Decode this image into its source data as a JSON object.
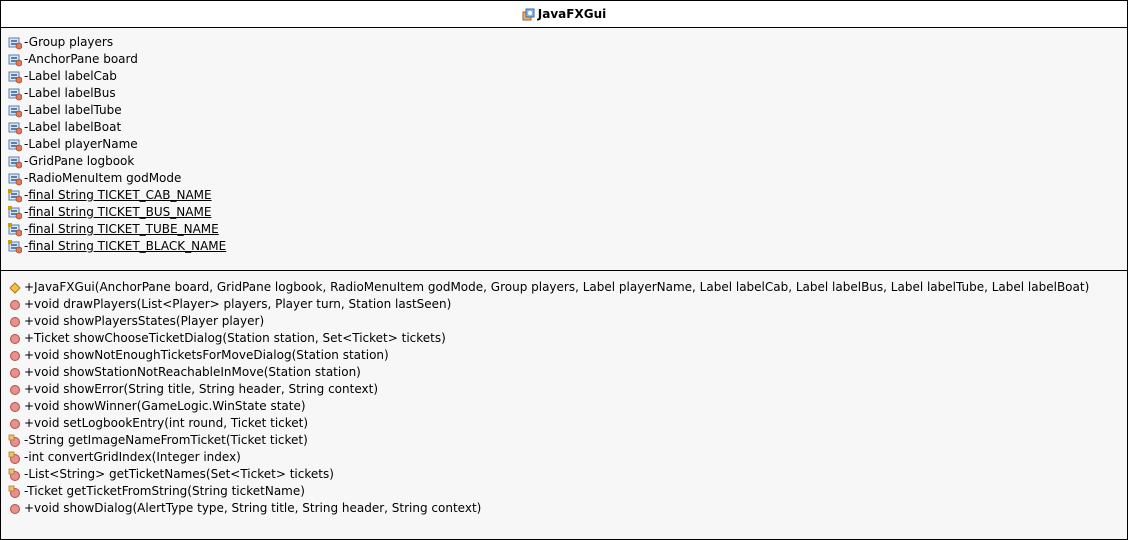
{
  "class_name": "JavaFXGui",
  "attributes": [
    {
      "text": "-Group players",
      "icon": "private-field-icon",
      "static": false
    },
    {
      "text": "-AnchorPane board",
      "icon": "private-field-icon",
      "static": false
    },
    {
      "text": "-Label labelCab",
      "icon": "private-field-icon",
      "static": false
    },
    {
      "text": "-Label labelBus",
      "icon": "private-field-icon",
      "static": false
    },
    {
      "text": "-Label labelTube",
      "icon": "private-field-icon",
      "static": false
    },
    {
      "text": "-Label labelBoat",
      "icon": "private-field-icon",
      "static": false
    },
    {
      "text": "-Label playerName",
      "icon": "private-field-icon",
      "static": false
    },
    {
      "text": "-GridPane logbook",
      "icon": "private-field-icon",
      "static": false
    },
    {
      "text": "-RadioMenuItem godMode",
      "icon": "private-field-icon",
      "static": false
    },
    {
      "text": "-final String TICKET_CAB_NAME",
      "icon": "private-static-field-icon",
      "static": true
    },
    {
      "text": "-final String TICKET_BUS_NAME",
      "icon": "private-static-field-icon",
      "static": true
    },
    {
      "text": "-final String TICKET_TUBE_NAME",
      "icon": "private-static-field-icon",
      "static": true
    },
    {
      "text": "-final String TICKET_BLACK_NAME",
      "icon": "private-static-field-icon",
      "static": true
    }
  ],
  "operations": [
    {
      "text": "+JavaFXGui(AnchorPane board, GridPane logbook, RadioMenuItem godMode, Group players, Label playerName, Label labelCab, Label labelBus, Label labelTube, Label labelBoat)",
      "icon": "constructor-icon"
    },
    {
      "text": "+void drawPlayers(List<Player> players, Player turn, Station lastSeen)",
      "icon": "public-method-icon"
    },
    {
      "text": "+void showPlayersStates(Player player)",
      "icon": "public-method-icon"
    },
    {
      "text": "+Ticket showChooseTicketDialog(Station station, Set<Ticket> tickets)",
      "icon": "public-method-icon"
    },
    {
      "text": "+void showNotEnoughTicketsForMoveDialog(Station station)",
      "icon": "public-method-icon"
    },
    {
      "text": "+void showStationNotReachableInMove(Station station)",
      "icon": "public-method-icon"
    },
    {
      "text": "+void showError(String title, String header, String context)",
      "icon": "public-method-icon"
    },
    {
      "text": "+void showWinner(GameLogic.WinState state)",
      "icon": "public-method-icon"
    },
    {
      "text": "+void setLogbookEntry(int round, Ticket ticket)",
      "icon": "public-method-icon"
    },
    {
      "text": "-String getImageNameFromTicket(Ticket ticket)",
      "icon": "private-method-icon"
    },
    {
      "text": "-int convertGridIndex(Integer index)",
      "icon": "private-method-icon"
    },
    {
      "text": "-List<String> getTicketNames(Set<Ticket> tickets)",
      "icon": "private-method-icon"
    },
    {
      "text": "-Ticket getTicketFromString(String ticketName)",
      "icon": "private-method-icon"
    },
    {
      "text": "+void showDialog(AlertType type, String title, String header, String context)",
      "icon": "public-method-icon"
    }
  ]
}
